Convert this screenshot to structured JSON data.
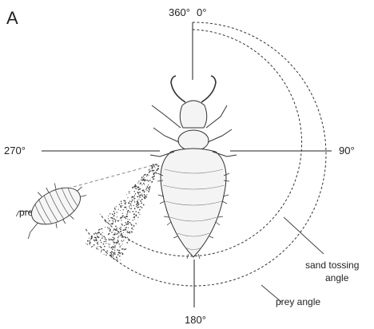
{
  "panel_label": "A",
  "angles": {
    "top_left": "360°",
    "top_right": "0°",
    "right": "90°",
    "bottom": "180°",
    "left": "270°"
  },
  "labels": {
    "prey": "prey",
    "sand_tossing_line1": "sand tossing",
    "sand_tossing_line2": "angle",
    "prey_angle": "prey angle"
  },
  "colors": {
    "ink": "#222222",
    "background": "#ffffff"
  }
}
